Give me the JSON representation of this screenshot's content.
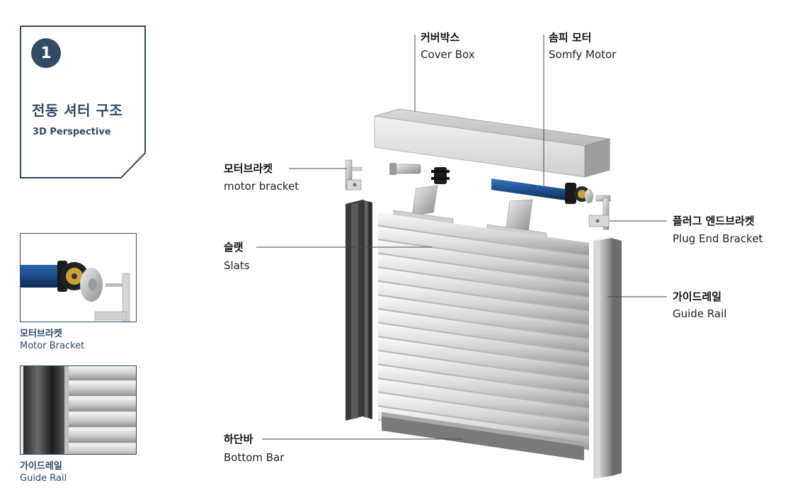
{
  "card": {
    "number": "1",
    "title_ko": "전동 셔터 구조",
    "title_en": "3D Perspective"
  },
  "thumbnails": [
    {
      "caption_ko": "모터브라켓",
      "caption_en": "Motor Bracket"
    },
    {
      "caption_ko": "가이드레일",
      "caption_en": "Guide Rail"
    }
  ],
  "labels": {
    "cover_box": {
      "ko": "커버박스",
      "en": "Cover Box"
    },
    "somfy_motor": {
      "ko": "솜피 모터",
      "en": "Somfy Motor"
    },
    "motor_bracket": {
      "ko": "모터브라켓",
      "en": "motor bracket"
    },
    "plug_end_bracket": {
      "ko": "플러그 엔드브라켓",
      "en": "Plug End Bracket"
    },
    "slats": {
      "ko": "슬랫",
      "en": "Slats"
    },
    "guide_rail": {
      "ko": "가이드레일",
      "en": "Guide Rail"
    },
    "bottom_bar": {
      "ko": "하단바",
      "en": "Bottom Bar"
    }
  },
  "colors": {
    "brand": "#324a66",
    "motor_blue": "#1f4f8f",
    "leader": "#324a66"
  }
}
